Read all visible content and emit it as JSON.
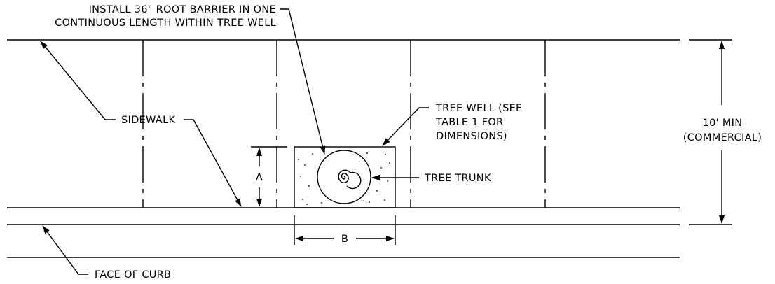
{
  "labels": {
    "root_barrier_line1": "INSTALL 36\" ROOT BARRIER IN ONE",
    "root_barrier_line2": "CONTINUOUS LENGTH WITHIN TREE WELL",
    "sidewalk": "SIDEWALK",
    "tree_well_line1": "TREE WELL (SEE",
    "tree_well_line2": "TABLE 1 FOR",
    "tree_well_line3": "DIMENSIONS)",
    "tree_trunk": "TREE TRUNK",
    "min_width_line1": "10' MIN",
    "min_width_line2": "(COMMERCIAL)",
    "dim_a": "A",
    "dim_b": "B",
    "face_of_curb": "FACE OF CURB"
  }
}
